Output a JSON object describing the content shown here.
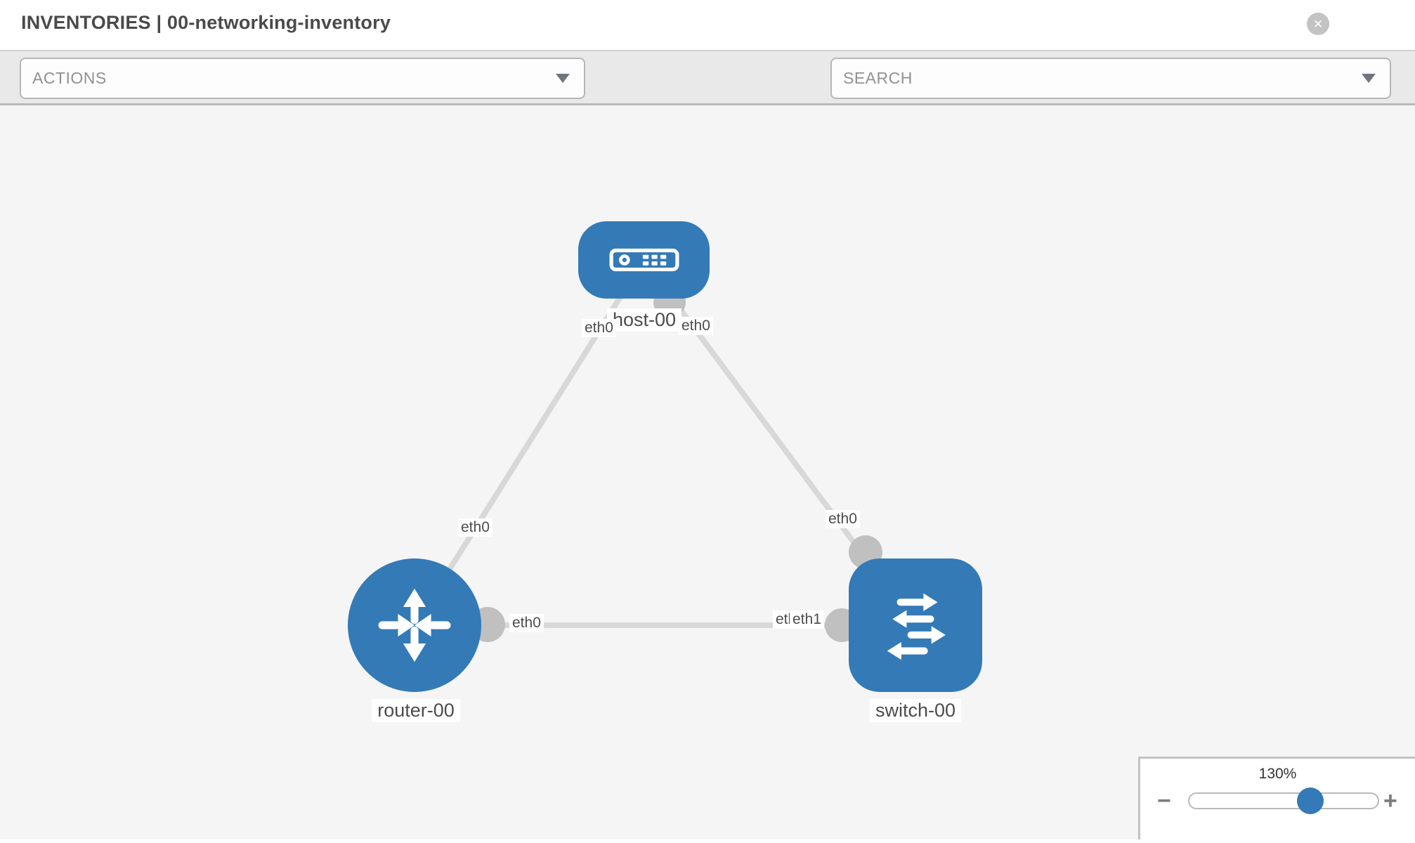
{
  "header": {
    "breadcrumb_section": "INVENTORIES",
    "title": "INVENTORIES | 00-networking-inventory",
    "inventory_name": "00-networking-inventory",
    "close_glyph": "✕"
  },
  "toolbar": {
    "actions_label": "ACTIONS",
    "search_label": "SEARCH",
    "icons": [
      "wrench-icon",
      "key-icon"
    ]
  },
  "topology": {
    "nodes": [
      {
        "id": "host-00",
        "type": "host",
        "label": "host-00"
      },
      {
        "id": "router-00",
        "type": "router",
        "label": "router-00"
      },
      {
        "id": "switch-00",
        "type": "switch",
        "label": "switch-00"
      }
    ],
    "links": [
      {
        "from": "host-00",
        "from_interface": "eth0",
        "to": "router-00",
        "to_interface": "eth0"
      },
      {
        "from": "host-00",
        "from_interface": "eth0",
        "to": "switch-00",
        "to_interface": "eth0"
      },
      {
        "from": "router-00",
        "from_interface": "eth0",
        "to": "switch-00",
        "to_interface": "eth1"
      }
    ],
    "iface_labels": [
      {
        "text": "eth0"
      },
      {
        "text": "eth0"
      },
      {
        "text": "eth0"
      },
      {
        "text": "eth0"
      },
      {
        "text": "eth0"
      },
      {
        "text": "eth0"
      },
      {
        "text": "eth1"
      }
    ]
  },
  "zoom_control": {
    "value": "130%",
    "percent": 64,
    "minus_glyph": "−",
    "plus_glyph": "+"
  },
  "colors": {
    "node_blue": "#337ab7",
    "link_gray": "#d8d8d8",
    "interface_gray": "#c0c0c0",
    "canvas_bg": "#f5f5f5",
    "toolbar_bg": "#e9e9e9",
    "label_text": "#4c4c4c",
    "placeholder_text": "#919191"
  }
}
